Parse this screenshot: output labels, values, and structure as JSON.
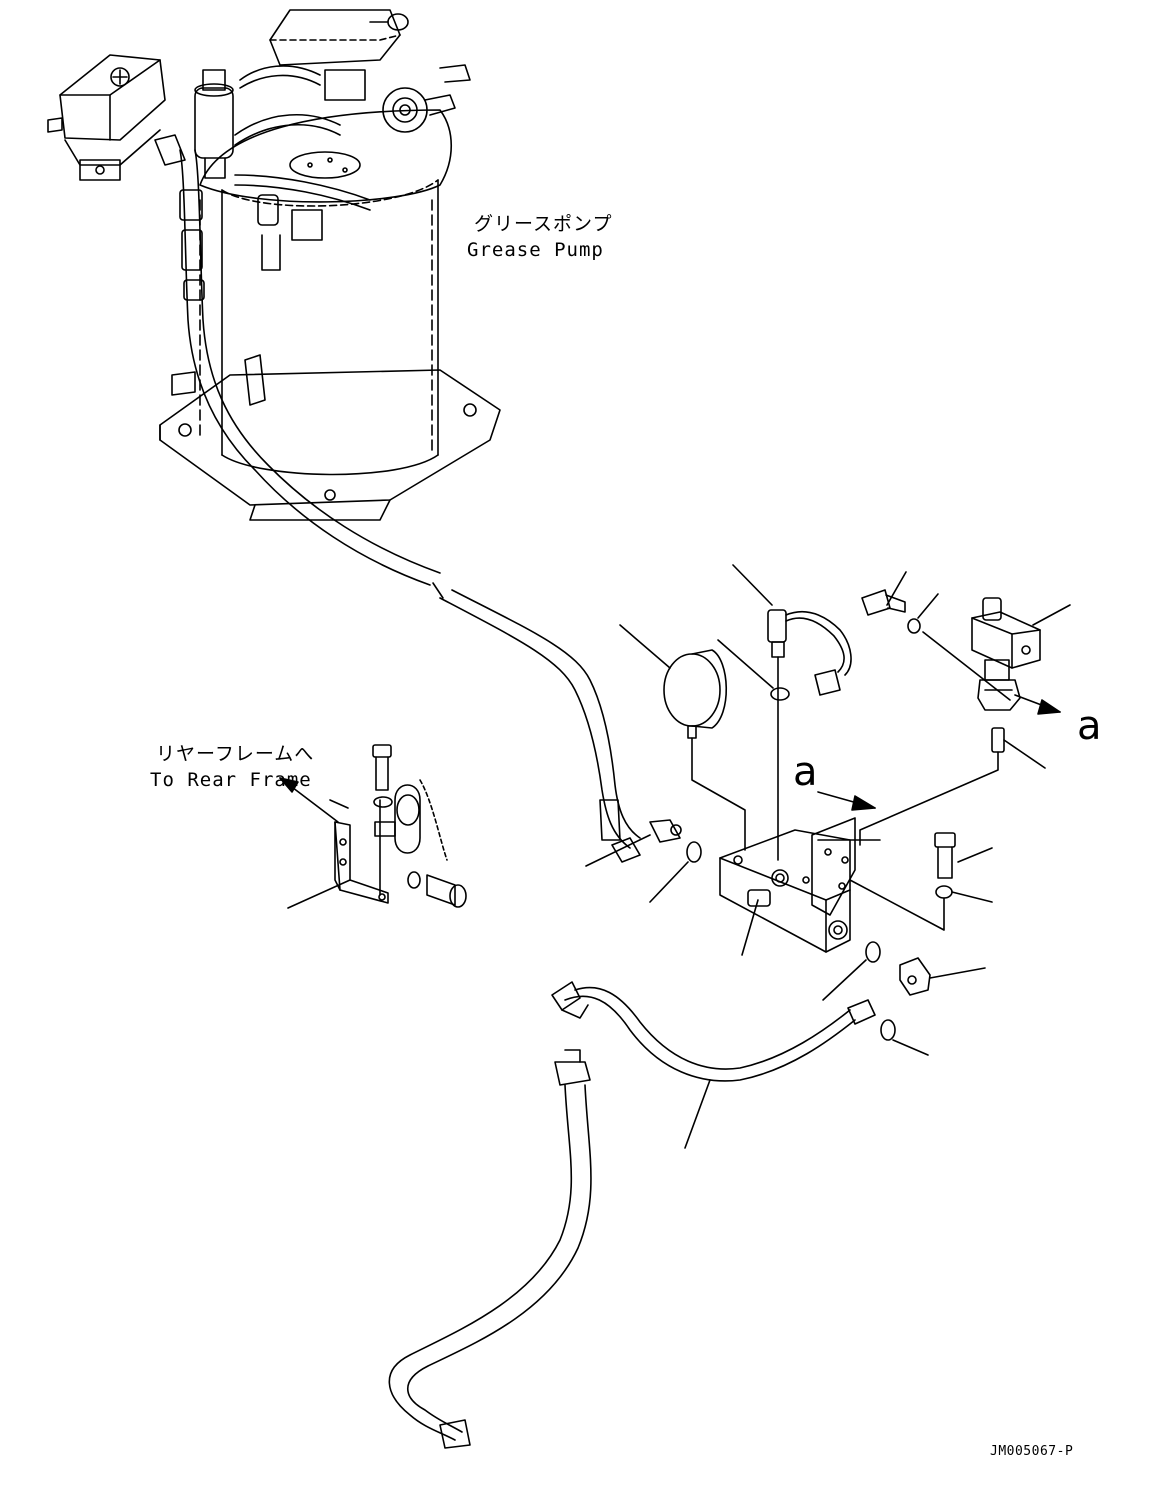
{
  "labels": {
    "grease_pump_jp": "グリースポンプ",
    "grease_pump_en": "Grease Pump",
    "rear_frame_jp": "リヤーフレームへ",
    "rear_frame_en": "To Rear Frame",
    "view_marker_1": "a",
    "view_marker_2": "a",
    "drawing_code": "JM005067-P"
  }
}
